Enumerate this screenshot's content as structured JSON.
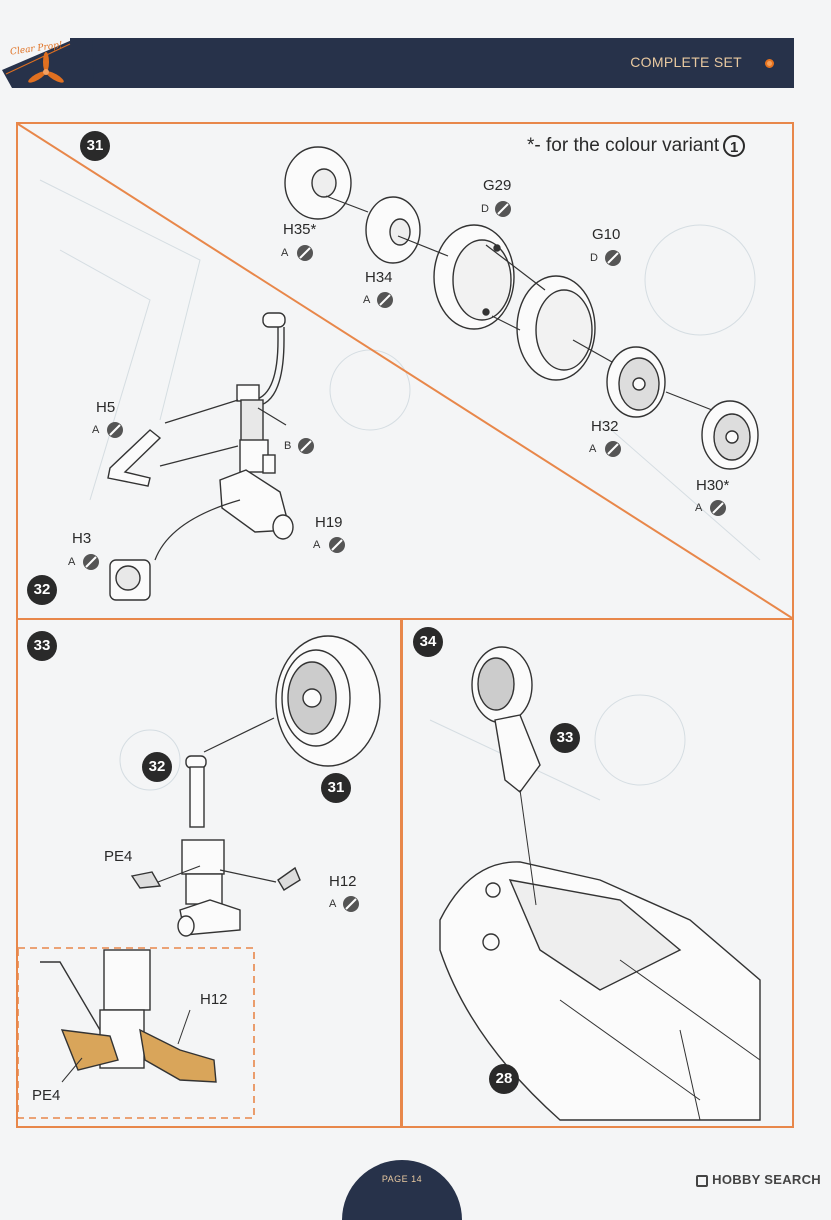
{
  "header": {
    "logo_text": "Clear Prop!",
    "title": "COMPLETE SET"
  },
  "note": {
    "text": "*- for the colour variant",
    "variant": "1"
  },
  "steps": {
    "s31": "31",
    "s32": "32",
    "s33": "33",
    "s34": "34",
    "ref32": "32",
    "ref31": "31",
    "ref33": "33",
    "ref28": "28"
  },
  "parts": {
    "h35": {
      "label": "H35*",
      "sprue": "A"
    },
    "h34": {
      "label": "H34",
      "sprue": "A"
    },
    "g29": {
      "label": "G29",
      "sprue": "D"
    },
    "g10": {
      "label": "G10",
      "sprue": "D"
    },
    "h32": {
      "label": "H32",
      "sprue": "A"
    },
    "h30": {
      "label": "H30*",
      "sprue": "A"
    },
    "h5": {
      "label": "H5",
      "sprue": "A"
    },
    "b": {
      "sprue": "B"
    },
    "h19": {
      "label": "H19",
      "sprue": "A"
    },
    "h3": {
      "label": "H3",
      "sprue": "A"
    },
    "pe4": {
      "label": "PE4"
    },
    "h12": {
      "label": "H12",
      "sprue": "A"
    },
    "h12_detail": {
      "label": "H12"
    },
    "pe4_detail": {
      "label": "PE4"
    }
  },
  "footer": {
    "page": "PAGE 14"
  },
  "watermark": {
    "text": "HOBBY SEARCH"
  },
  "colors": {
    "accent": "#e8874a",
    "header_bg": "#27324a",
    "brass": "#d9a55a"
  }
}
